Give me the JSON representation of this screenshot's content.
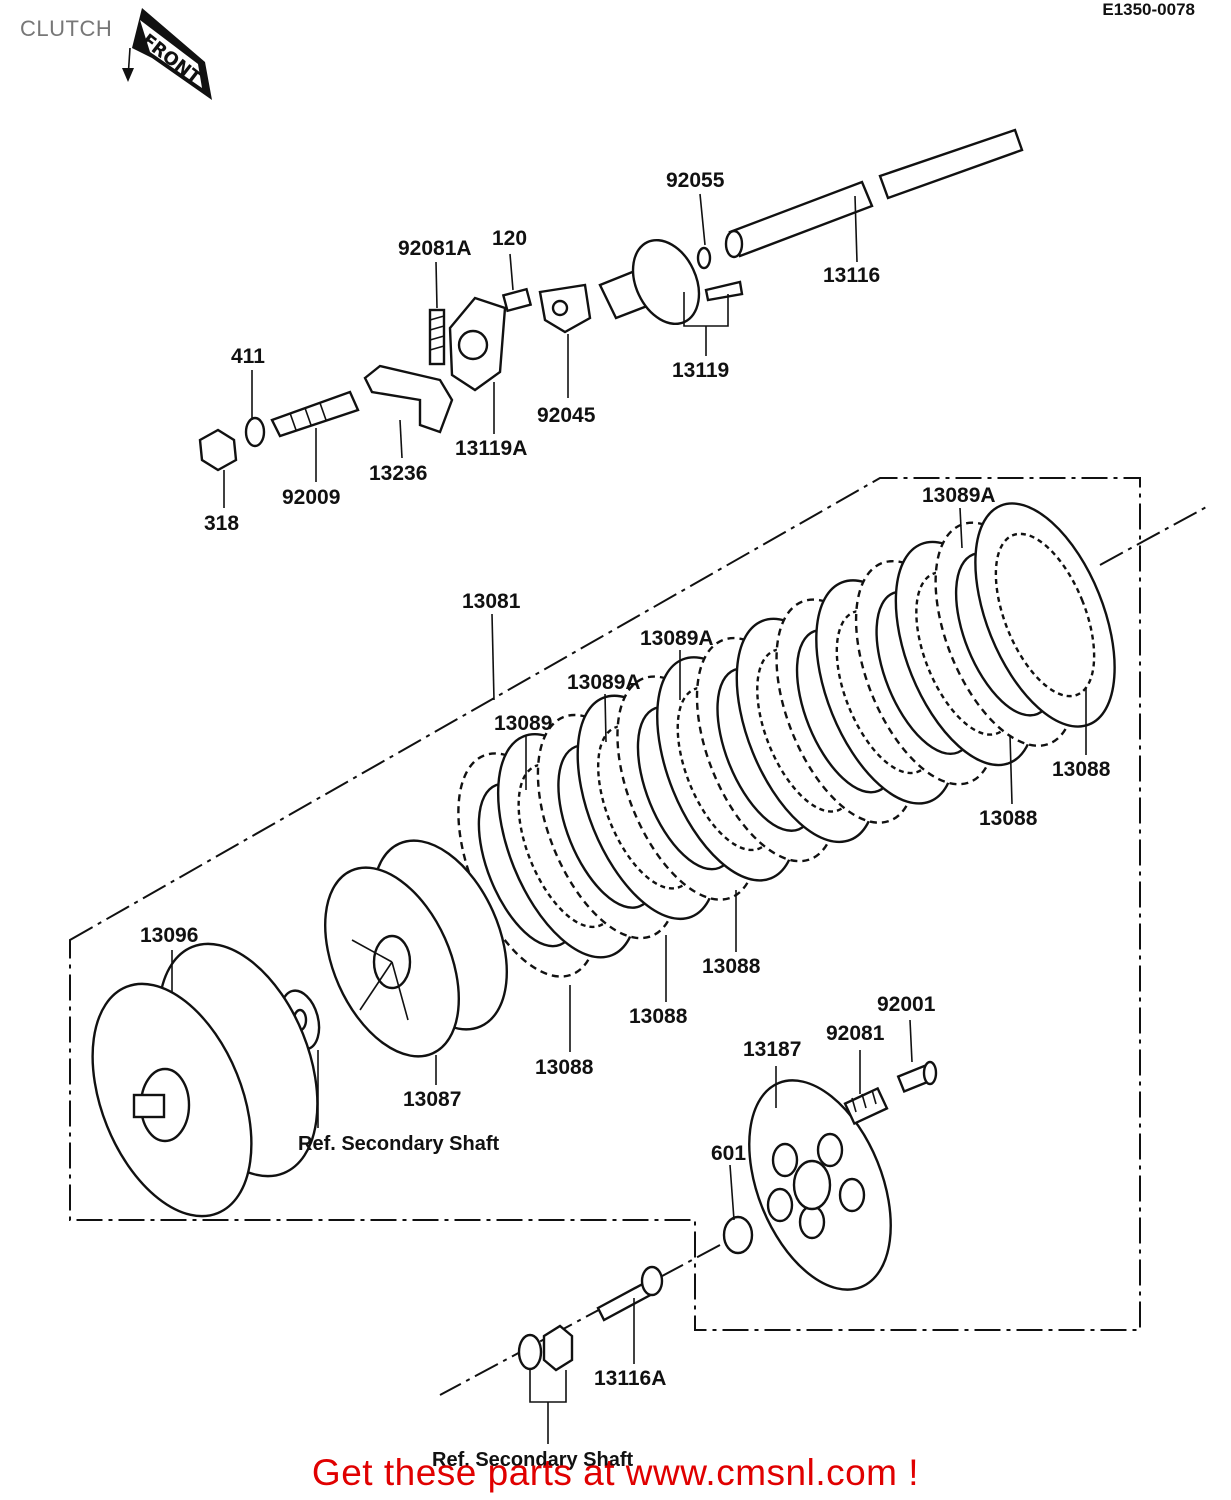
{
  "diagram": {
    "title": "CLUTCH",
    "code": "E1350-0078",
    "front_label": "FRONT",
    "footer": "Get these parts at www.cmsnl.com !",
    "footer_color": "#e00000",
    "labels": [
      {
        "id": "92055",
        "text": "92055"
      },
      {
        "id": "92081A",
        "text": "92081A"
      },
      {
        "id": "120",
        "text": "120"
      },
      {
        "id": "13116",
        "text": "13116"
      },
      {
        "id": "13119",
        "text": "13119"
      },
      {
        "id": "411",
        "text": "411"
      },
      {
        "id": "92045",
        "text": "92045"
      },
      {
        "id": "13119A",
        "text": "13119A"
      },
      {
        "id": "13236",
        "text": "13236"
      },
      {
        "id": "92009",
        "text": "92009"
      },
      {
        "id": "318",
        "text": "318"
      },
      {
        "id": "13089A-top",
        "text": "13089A"
      },
      {
        "id": "13081",
        "text": "13081"
      },
      {
        "id": "13089A-mid",
        "text": "13089A"
      },
      {
        "id": "13089A-low",
        "text": "13089A"
      },
      {
        "id": "13089",
        "text": "13089"
      },
      {
        "id": "13088-a",
        "text": "13088"
      },
      {
        "id": "13088-b",
        "text": "13088"
      },
      {
        "id": "13088-c",
        "text": "13088"
      },
      {
        "id": "13088-d",
        "text": "13088"
      },
      {
        "id": "13088-e",
        "text": "13088"
      },
      {
        "id": "13096",
        "text": "13096"
      },
      {
        "id": "13087",
        "text": "13087"
      },
      {
        "id": "92001",
        "text": "92001"
      },
      {
        "id": "92081",
        "text": "92081"
      },
      {
        "id": "13187",
        "text": "13187"
      },
      {
        "id": "601",
        "text": "601"
      },
      {
        "id": "13116A",
        "text": "13116A"
      }
    ],
    "refs": [
      {
        "id": "ref-mid",
        "text": "Ref. Secondary Shaft"
      },
      {
        "id": "ref-bottom",
        "text": "Ref. Secondary Shaft"
      }
    ]
  }
}
